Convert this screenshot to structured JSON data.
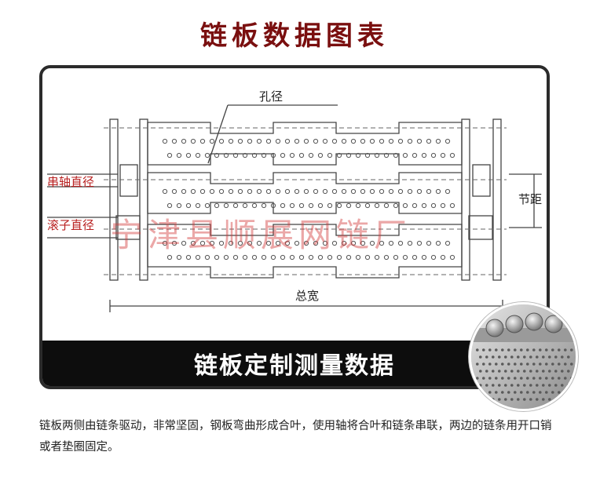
{
  "title": "链板数据图表",
  "labels": {
    "hole_diameter": "孔径",
    "shaft_diameter": "串轴直径",
    "roller_diameter": "滚子直径",
    "pitch": "节距",
    "total_width": "总宽"
  },
  "watermark": "宁津县顺展网链厂",
  "banner": "链板定制测量数据",
  "description": "链板两侧由链条驱动，非常坚固，钢板弯曲形成合叶，使用轴将合叶和链条串联，两边的链条用开口销或者垫圈固定。",
  "colors": {
    "title": "#7a0f0f",
    "label_red": "#b81f1f",
    "banner_bg": "#0d0d0d"
  }
}
